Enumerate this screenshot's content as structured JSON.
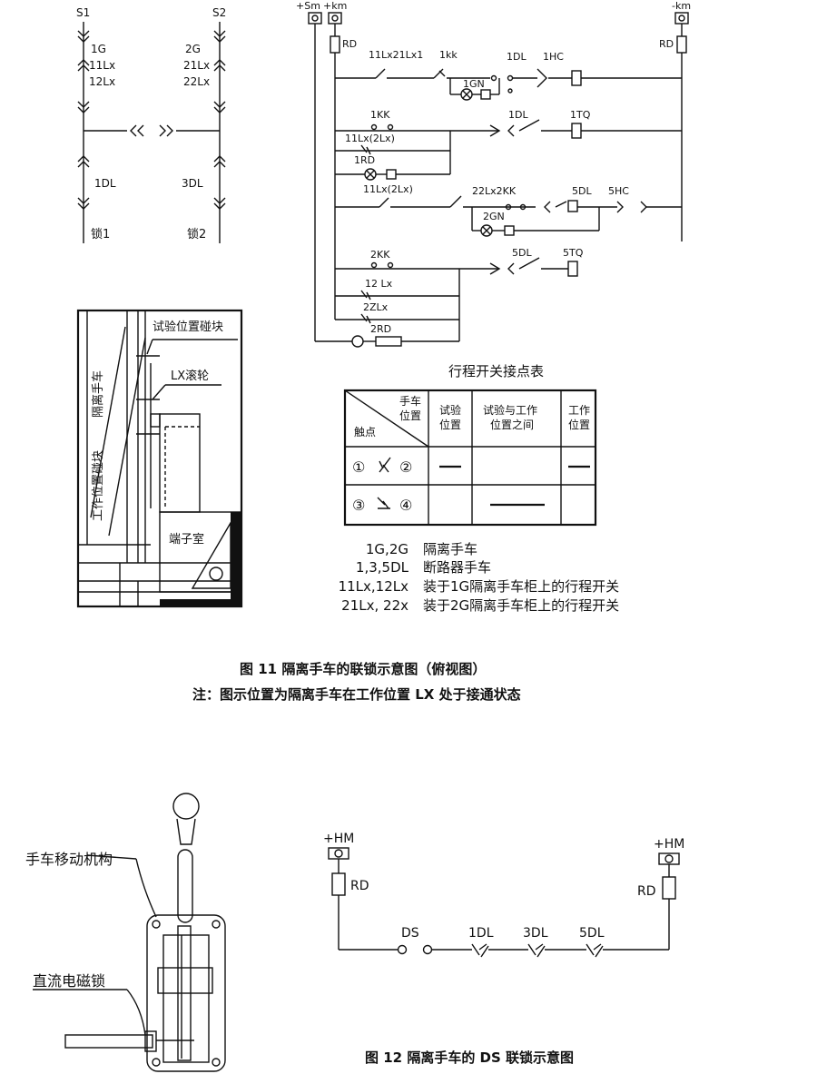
{
  "fig11": {
    "lock": {
      "s1": "S1",
      "s2": "S2",
      "g1": "1G",
      "lx11": "11Lx",
      "lx12": "12Lx",
      "g2": "2G",
      "lx21": "21Lx",
      "lx22": "22Lx",
      "dl1": "1DL",
      "dl3": "3DL",
      "lock1": "锁1",
      "lock2": "锁2"
    },
    "circuit": {
      "sm_plus": "+Sm",
      "km_plus": "+km",
      "km_minus": "-km",
      "rd_left": "RD",
      "rd_right": "RD",
      "row1_contacts": "11Lx21Lx1",
      "kk1": "1kk",
      "dl1a": "1DL",
      "hc1": "1HC",
      "gn1": "1GN",
      "kk1b": "1KK",
      "lx11_2": "11Lx(2Lx)",
      "dl1b": "1DL",
      "tq1": "1TQ",
      "rd1": "1RD",
      "lx11_2b": "11Lx(2Lx)",
      "row3_contacts": "22Lx2KK",
      "gn2": "2GN",
      "dl5a": "5DL",
      "hc5": "5HC",
      "kk2": "2KK",
      "dl5b": "5DL",
      "tq5": "5TQ",
      "lx12": "12 Lx",
      "zlx2": "2ZLx",
      "rd2": "2RD"
    },
    "panel": {
      "test_block": "试验位置碰块",
      "isolating_cart": "隔离手车",
      "lx_roller": "LX滚轮",
      "work_block": "工作位置碰块",
      "terminal_room": "端子室"
    },
    "table": {
      "title": "行程开关接点表",
      "header_cart": "手车",
      "header_position": "位置",
      "header_contact": "触点",
      "col_test_1": "试验",
      "col_test_2": "位置",
      "col_between_1": "试验与工作",
      "col_between_2": "位置之间",
      "col_work_1": "工作",
      "col_work_2": "位置",
      "row1_a": "①",
      "row1_b": "②",
      "row2_a": "③",
      "row2_b": "④"
    },
    "legend": [
      {
        "key": "1G,2G",
        "desc": "隔离手车"
      },
      {
        "key": "1,3,5DL",
        "desc": "断路器手车"
      },
      {
        "key": "11Lx,12Lx",
        "desc": "装于1G隔离手车柜上的行程开关"
      },
      {
        "key": "21Lx, 22x",
        "desc": "装于2G隔离手车柜上的行程开关"
      }
    ],
    "caption": "图 11 隔离手车的联锁示意图（俯视图）",
    "note": "注：图示位置为隔离手车在工作位置 LX 处于接通状态"
  },
  "fig12": {
    "mechanism_label": "手车移动机构",
    "lock_label": "直流电磁锁",
    "hm_left": "+HM",
    "hm_right": "+HM",
    "rd_left": "RD",
    "rd_right": "RD",
    "ds": "DS",
    "dl1": "1DL",
    "dl3": "3DL",
    "dl5": "5DL",
    "caption": "图 12 隔离手车的 DS 联锁示意图"
  }
}
